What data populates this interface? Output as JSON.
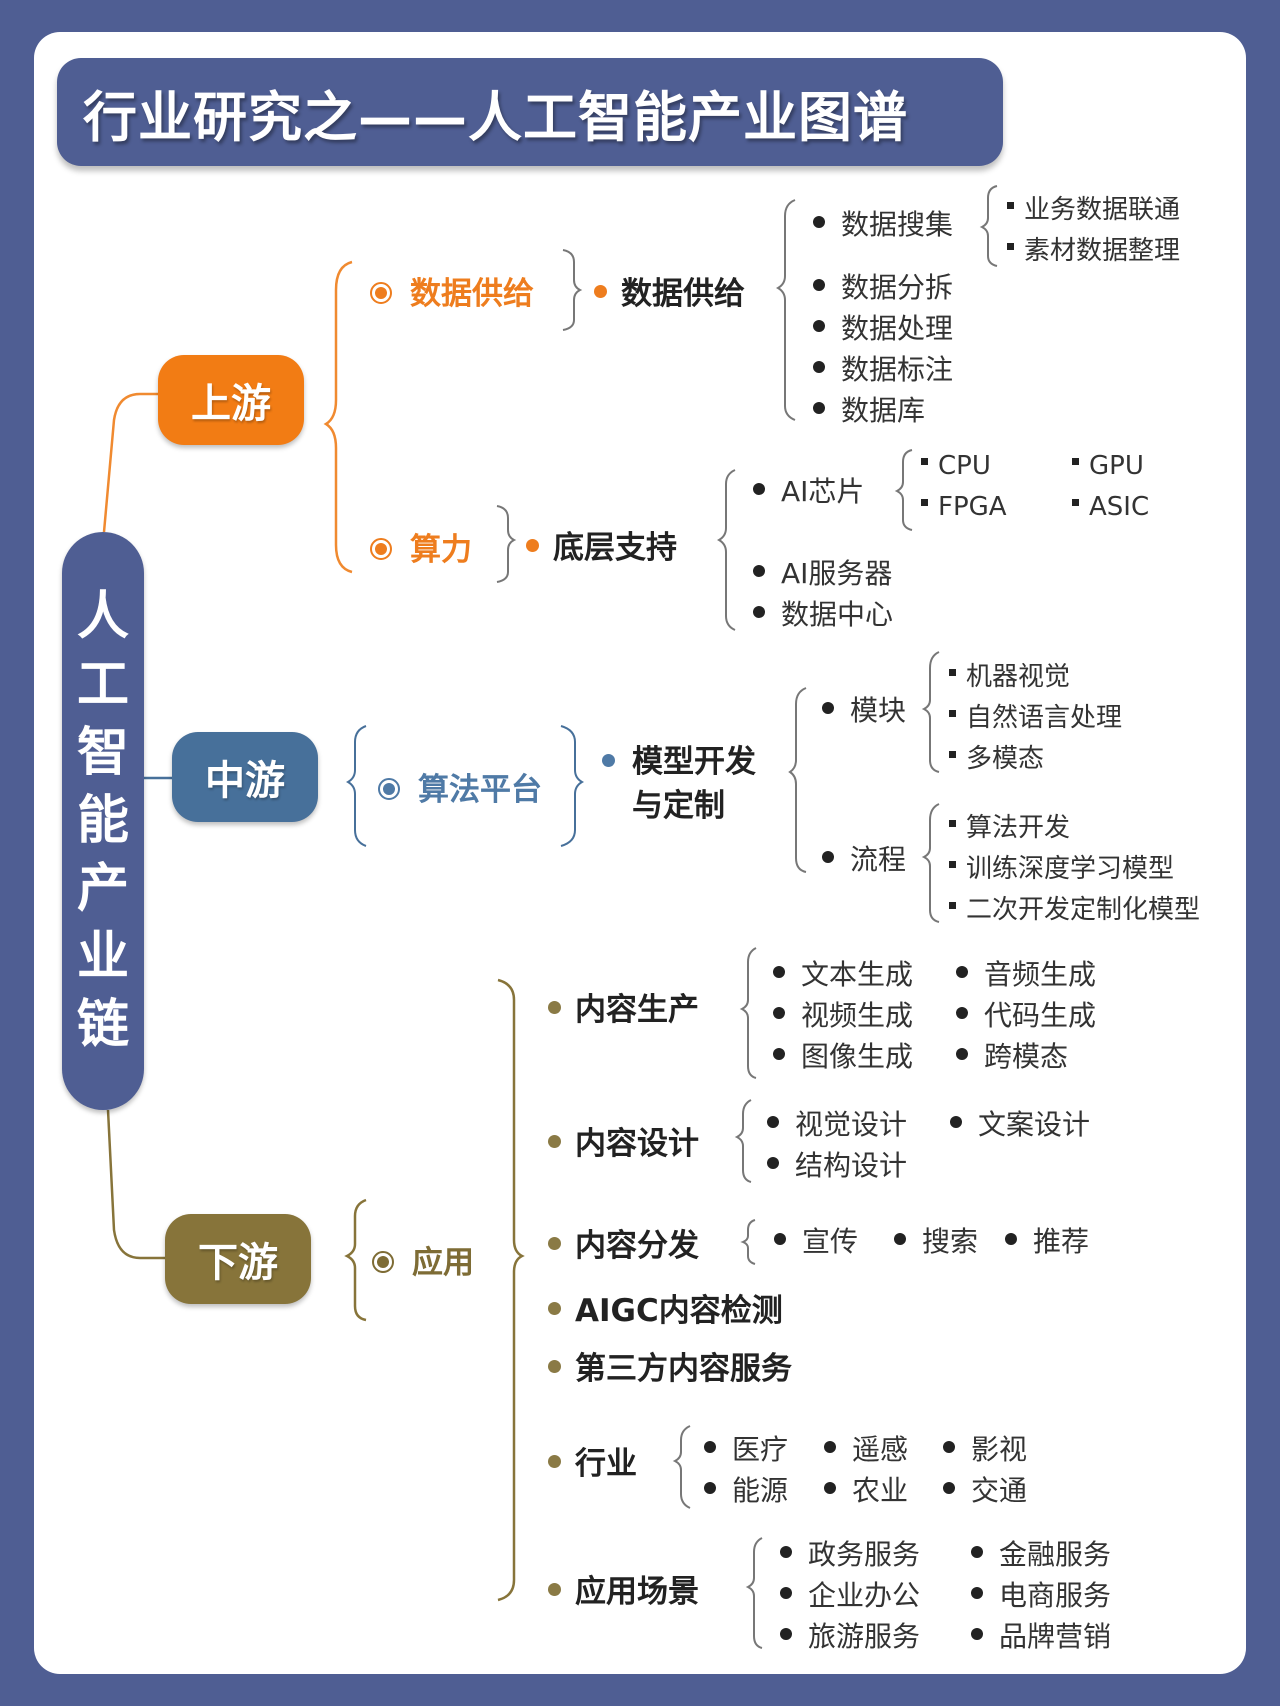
{
  "title": "行业研究之——人工智能产业图谱",
  "root": {
    "label": "人工智能产业链",
    "chars": [
      "人",
      "工",
      "智",
      "能",
      "产",
      "业",
      "链"
    ]
  },
  "colors": {
    "background": "#4f5e93",
    "upstream": "#f27c14",
    "midstream": "#47709a",
    "downstream": "#87743a"
  },
  "upstream": {
    "label": "上游",
    "branches": [
      {
        "label": "数据供给",
        "child": "数据供给",
        "items": [
          {
            "label": "数据搜集",
            "subs": [
              "业务数据联通",
              "素材数据整理"
            ]
          },
          {
            "label": "数据分拆"
          },
          {
            "label": "数据处理"
          },
          {
            "label": "数据标注"
          },
          {
            "label": "数据库"
          }
        ]
      },
      {
        "label": "算力",
        "child": "底层支持",
        "items": [
          {
            "label": "AI芯片",
            "subs": [
              "CPU",
              "GPU",
              "FPGA",
              "ASIC"
            ]
          },
          {
            "label": "AI服务器"
          },
          {
            "label": "数据中心"
          }
        ]
      }
    ]
  },
  "midstream": {
    "label": "中游",
    "branch": "算法平台",
    "child_line1": "模型开发",
    "child_line2": "与定制",
    "items": [
      {
        "label": "模块",
        "subs": [
          "机器视觉",
          "自然语言处理",
          "多模态"
        ]
      },
      {
        "label": "流程",
        "subs": [
          "算法开发",
          "训练深度学习模型",
          "二次开发定制化模型"
        ]
      }
    ]
  },
  "downstream": {
    "label": "下游",
    "branch": "应用",
    "items": [
      {
        "label": "内容生产",
        "subs": [
          "文本生成",
          "音频生成",
          "视频生成",
          "代码生成",
          "图像生成",
          "跨模态"
        ]
      },
      {
        "label": "内容设计",
        "subs": [
          "视觉设计",
          "文案设计",
          "结构设计"
        ]
      },
      {
        "label": "内容分发",
        "subs": [
          "宣传",
          "搜索",
          "推荐"
        ]
      },
      {
        "label": "AIGC内容检测"
      },
      {
        "label": "第三方内容服务"
      },
      {
        "label": "行业",
        "subs": [
          "医疗",
          "遥感",
          "影视",
          "能源",
          "农业",
          "交通"
        ]
      },
      {
        "label": "应用场景",
        "subs": [
          "政务服务",
          "金融服务",
          "企业办公",
          "电商服务",
          "旅游服务",
          "品牌营销"
        ]
      }
    ]
  }
}
